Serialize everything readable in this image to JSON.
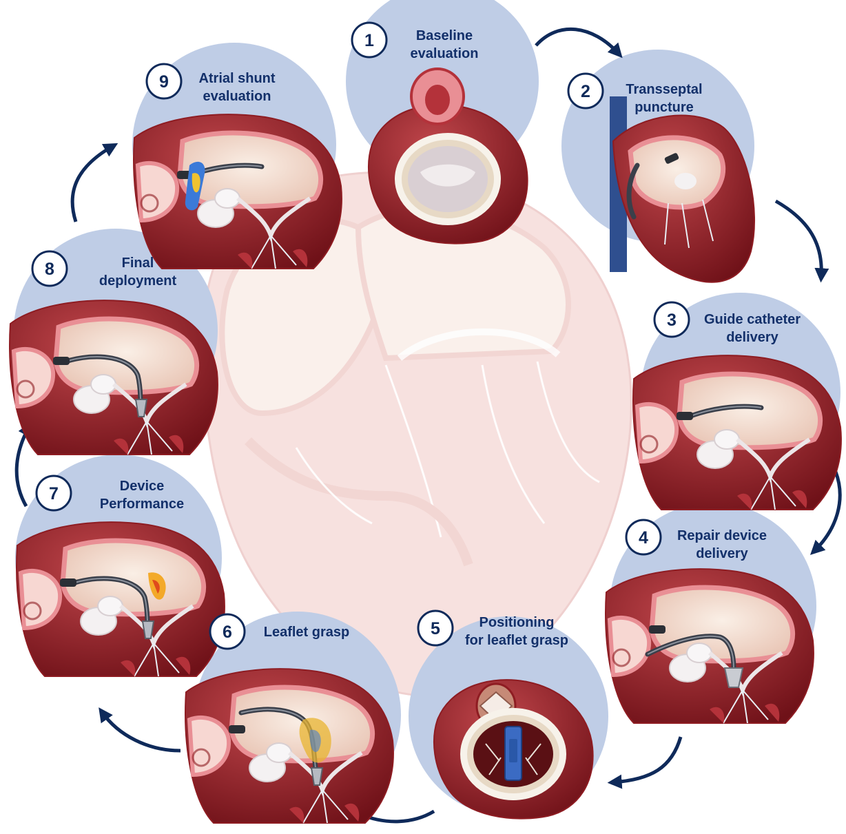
{
  "colors": {
    "bubble": "#bfcde6",
    "bubble_dark": "#a9bbdc",
    "heart_dark": "#8e1c22",
    "heart_mid": "#b4323a",
    "heart_pink": "#e98f95",
    "heart_light": "#f7d7d2",
    "chamber": "#f3e2d6",
    "valve": "#ece6e8",
    "catheter": "#3a3f4a",
    "device": "#3b6bc3",
    "arrow": "#0f2a5a",
    "label": "#13306a"
  },
  "steps": [
    {
      "number": "1",
      "lines": [
        "Baseline",
        "evaluation"
      ],
      "icon": "heart-valve-top-view-icon"
    },
    {
      "number": "2",
      "lines": [
        "Transseptal",
        "puncture"
      ],
      "icon": "heart-transseptal-icon"
    },
    {
      "number": "3",
      "lines": [
        "Guide catheter",
        "delivery"
      ],
      "icon": "heart-catheter-icon"
    },
    {
      "number": "4",
      "lines": [
        "Repair device",
        "delivery"
      ],
      "icon": "heart-device-icon"
    },
    {
      "number": "5",
      "lines": [
        "Positioning",
        "for leaflet grasp"
      ],
      "icon": "heart-valve-device-top-view-icon"
    },
    {
      "number": "6",
      "lines": [
        "Leaflet grasp"
      ],
      "icon": "heart-grasp-icon"
    },
    {
      "number": "7",
      "lines": [
        "Device",
        "Performance"
      ],
      "icon": "heart-doppler-icon"
    },
    {
      "number": "8",
      "lines": [
        "Final",
        "deployment"
      ],
      "icon": "heart-deployed-icon"
    },
    {
      "number": "9",
      "lines": [
        "Atrial shunt",
        "evaluation"
      ],
      "icon": "heart-shunt-icon"
    }
  ]
}
